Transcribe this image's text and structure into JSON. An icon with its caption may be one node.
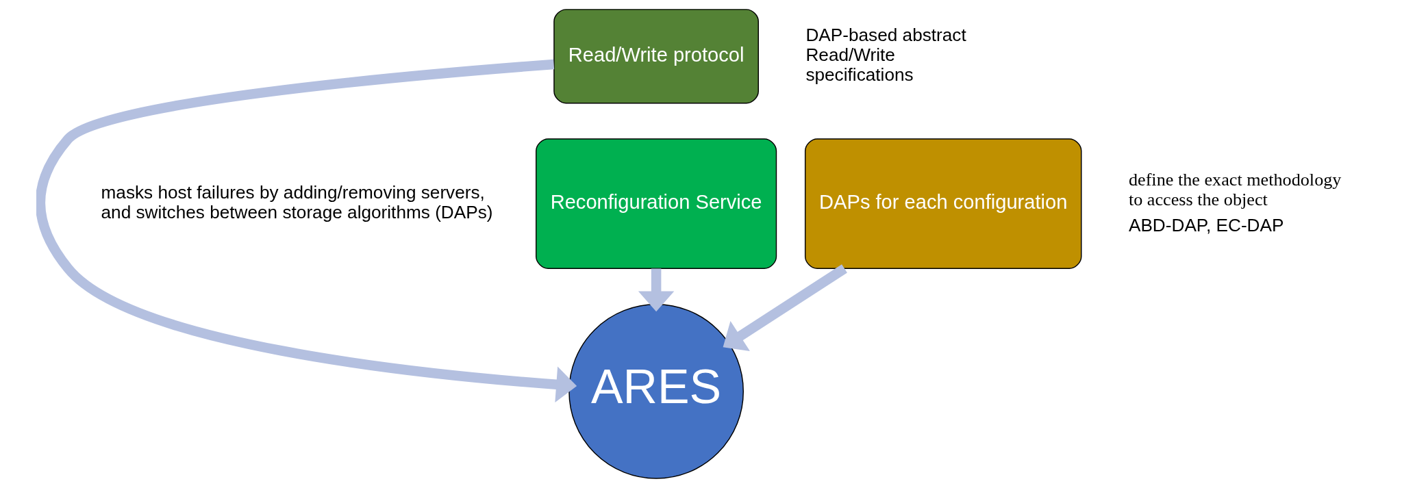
{
  "diagram": {
    "nodes": [
      {
        "text": [
          "Read/Write protocol"
        ],
        "beside": [
          "DAP-based abstract Read/Write specifications"
        ]
      },
      {
        "text": [
          "Reconfiguration Service"
        ],
        "beside": [
          "masks host failures by adding/removing servers, and switches between storage algorithms (DAPs)"
        ]
      },
      {
        "text": [
          "DAPs for each configuration"
        ],
        "beside": [
          "define the exact methodology to access the object",
          "ABD-DAP, EC-DAP"
        ]
      },
      {
        "text": [
          "ARES"
        ]
      }
    ],
    "edges": [
      {
        "from": 0,
        "to": 3,
        "arrow": "to"
      },
      {
        "from": 1,
        "to": 3,
        "arrow": "to"
      },
      {
        "from": 2,
        "to": 3,
        "arrow": "to"
      }
    ]
  }
}
